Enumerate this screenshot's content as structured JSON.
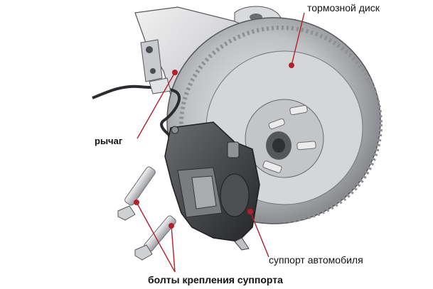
{
  "labels": {
    "brake_disc": "тормозной диск",
    "lever": "рычаг",
    "caliper": "суппорт автомобиля",
    "caliper_bolts": "болты крепления суппорта"
  },
  "colors": {
    "leader_line": "#b3202a",
    "marker": "#b3202a",
    "part_dark": "#3a3b3e",
    "part_mid": "#8c8e92",
    "part_light": "#d7d8da"
  }
}
